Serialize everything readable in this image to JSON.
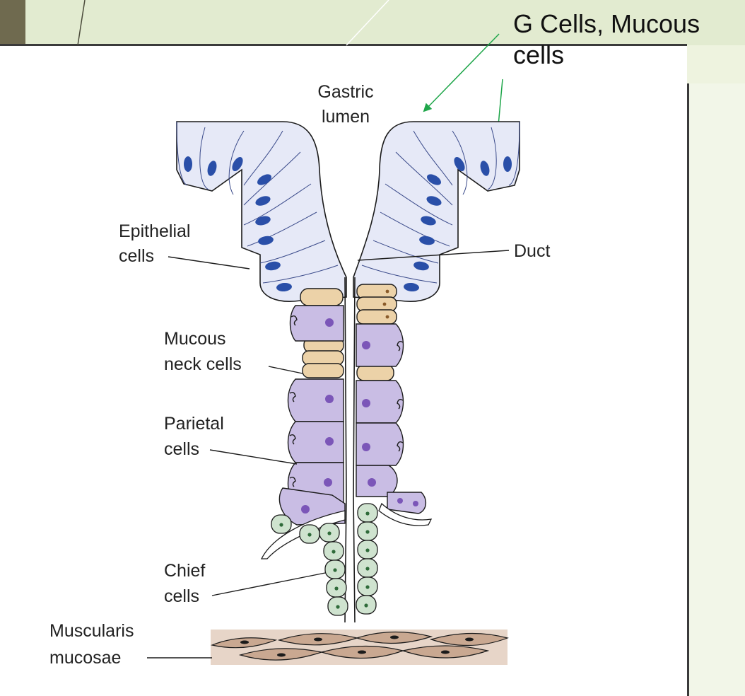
{
  "annotation": {
    "line1": "G Cells, Mucous",
    "line2": "cells",
    "arrow_color": "#1fa64a"
  },
  "labels": {
    "gastric_lumen": [
      "Gastric",
      "lumen"
    ],
    "duct": "Duct",
    "epithelial_cells": [
      "Epithelial",
      "cells"
    ],
    "mucous_neck_cells": [
      "Mucous",
      "neck cells"
    ],
    "parietal_cells": [
      "Parietal",
      "cells"
    ],
    "chief_cells": [
      "Chief",
      "cells"
    ],
    "muscularis_mucosae": [
      "Muscularis",
      "mucosae"
    ]
  },
  "colors": {
    "epithelial": "#e6e9f7",
    "nucleus": "#2a4fa8",
    "mucous_neck": "#ecd2a8",
    "parietal": "#c9bde4",
    "parietal_nucleus": "#7b56b8",
    "chief": "#cfe3cf",
    "muscularis": "#e7d5c8",
    "smooth_muscle": "#c9a891"
  }
}
